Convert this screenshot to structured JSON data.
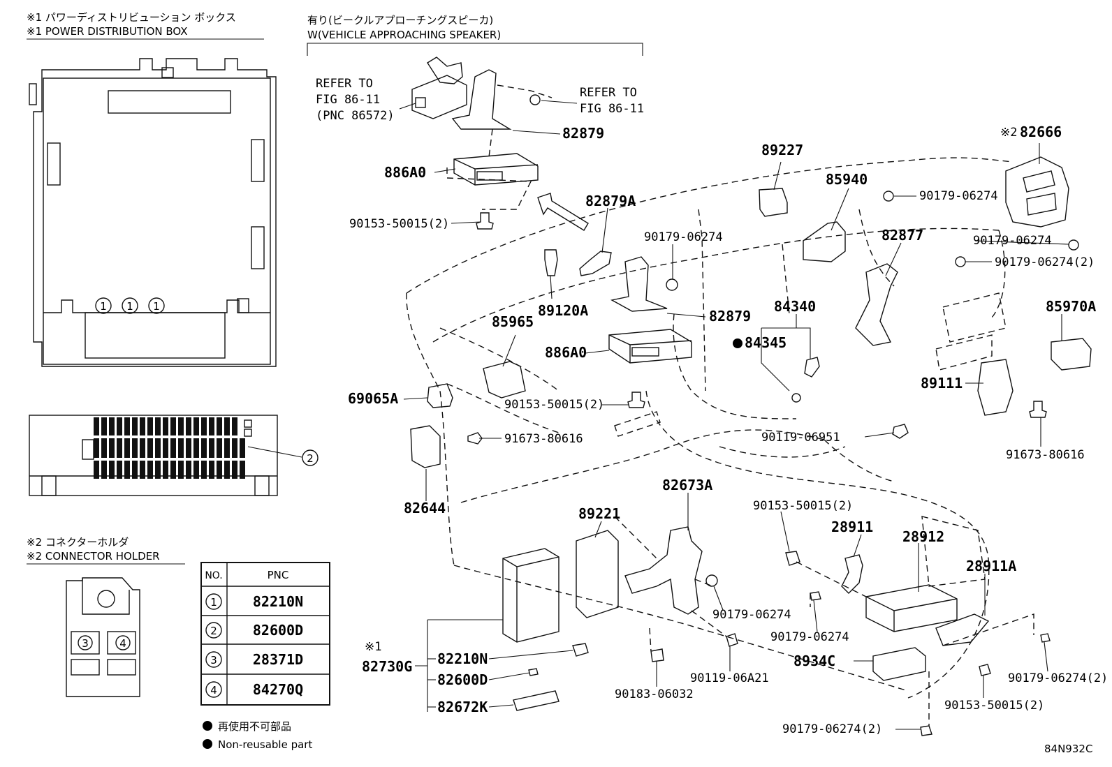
{
  "header": {
    "pdb_jp": "※1 パワーディストリビューション ボックス",
    "pdb_en": "※1 POWER DISTRIBUTION BOX",
    "speaker_jp": "有り(ビークルアプローチングスピーカ)",
    "speaker_en": "W(VEHICLE APPROACHING SPEAKER)",
    "holder_jp": "※2 コネクターホルダ",
    "holder_en": "※2 CONNECTOR HOLDER"
  },
  "refs": {
    "refer_left": [
      "REFER TO",
      "FIG 86-11",
      "(PNC 86572)"
    ],
    "refer_right": [
      "REFER TO",
      "FIG 86-11"
    ]
  },
  "callouts": {
    "c1": "1",
    "c2": "2",
    "c3": "3",
    "c4": "4"
  },
  "pnc_table": {
    "headers": [
      "NO.",
      "PNC"
    ],
    "rows": [
      {
        "no": "1",
        "pnc": "82210N"
      },
      {
        "no": "2",
        "pnc": "82600D"
      },
      {
        "no": "3",
        "pnc": "28371D"
      },
      {
        "no": "4",
        "pnc": "84270Q"
      }
    ]
  },
  "legend": {
    "jp": "再使用不可部品",
    "en": "Non-reusable part"
  },
  "labels": {
    "l82879_top": "82879",
    "l886A0_top": "886A0",
    "l90153_top": "90153-50015(2)",
    "l82879A": "82879A",
    "l89120A": "89120A",
    "l90179_mid": "90179-06274",
    "l82879_mid": "82879",
    "l85965": "85965",
    "l886A0_mid": "886A0",
    "l90153_mid": "90153-50015(2)",
    "l69065A": "69065A",
    "l91673_left": "91673-80616",
    "l82644": "82644",
    "l89227": "89227",
    "l85940": "85940",
    "l90179_tr": "90179-06274",
    "l82666_mark": "※2",
    "l82666": "82666",
    "l90179_r2": "90179-06274",
    "l82877": "82877",
    "l90179_r3": "90179-06274(2)",
    "l84340": "84340",
    "l84345": "84345",
    "l85970A": "85970A",
    "l89111": "89111",
    "l90119_06951": "90119-06951",
    "l91673_right": "91673-80616",
    "l82673A": "82673A",
    "l90153_br": "90153-50015(2)",
    "l28911": "28911",
    "l28912": "28912",
    "l89221": "89221",
    "l28911A": "28911A",
    "l90179_c": "90179-06274",
    "l90179_cl": "90179-06274",
    "l8934C": "8934C",
    "l90179_far": "90179-06274(2)",
    "l90153_low": "90153-50015(2)",
    "l90179_bot": "90179-06274(2)",
    "l90119_06A21": "90119-06A21",
    "l90183": "90183-06032",
    "l82730G_mark": "※1",
    "l82730G": "82730G",
    "l82210N": "82210N",
    "l82600D": "82600D",
    "l82672K": "82672K",
    "figure_id": "84N932C"
  }
}
